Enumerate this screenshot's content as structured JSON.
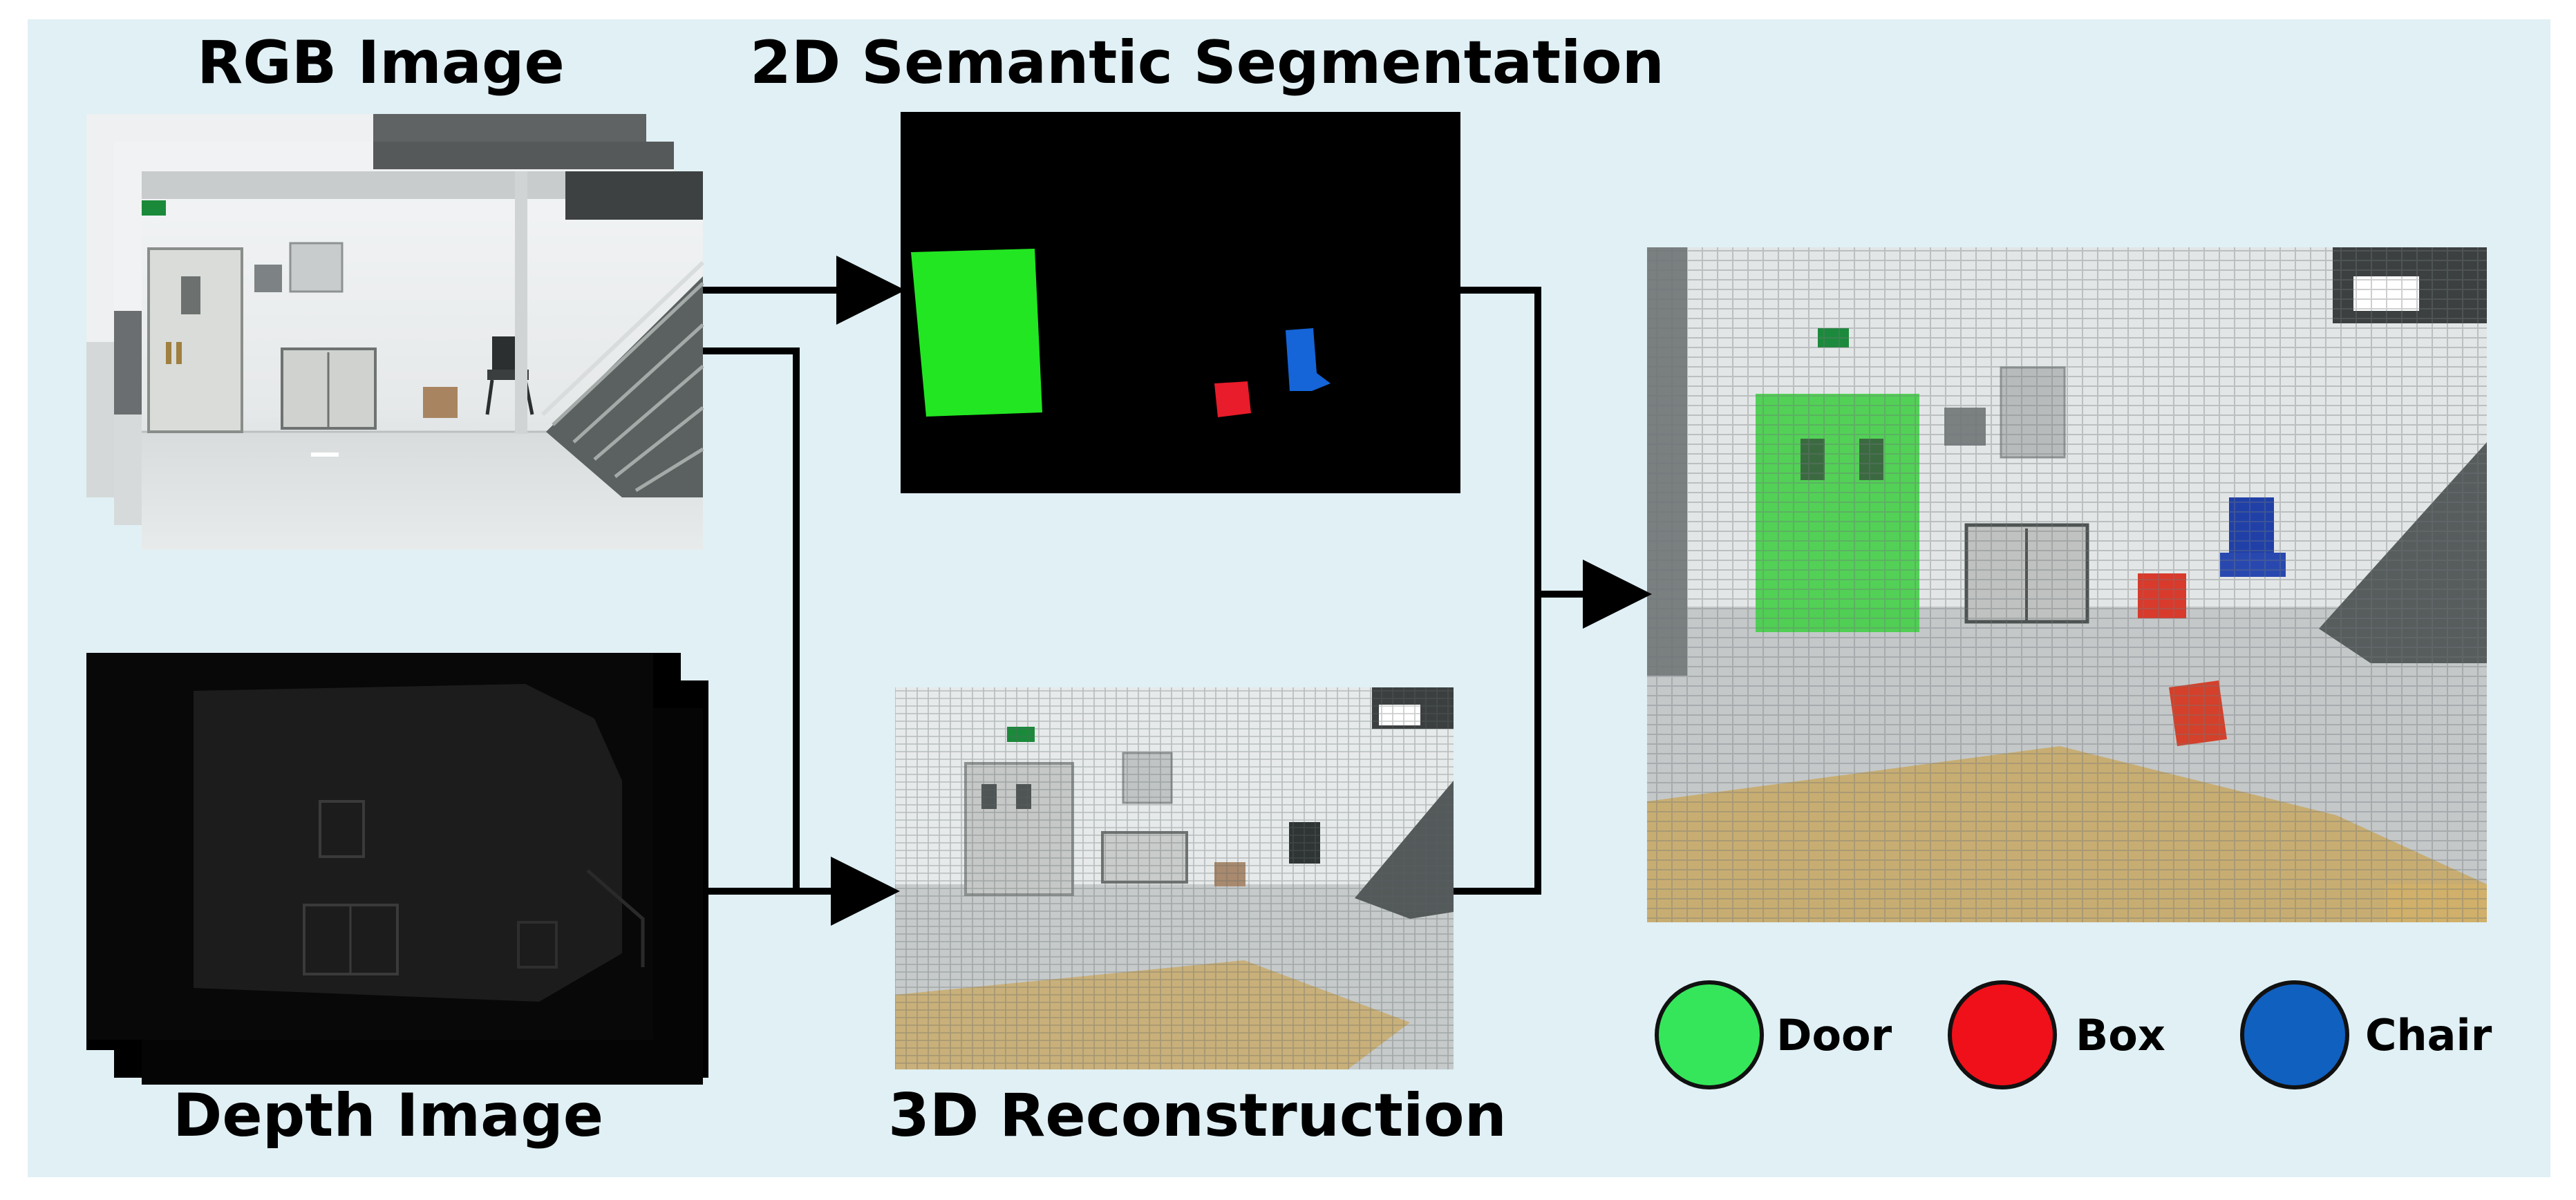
{
  "labels": {
    "rgb": "RGB Image",
    "semantic": "2D Semantic Segmentation",
    "depth": "Depth Image",
    "reconstruction": "3D Reconstruction"
  },
  "legend": [
    {
      "label": "Door",
      "color": "#35e65a"
    },
    {
      "label": "Box",
      "color": "#f0101a"
    },
    {
      "label": "Chair",
      "color": "#1060c0"
    }
  ],
  "colors": {
    "background": "#e0f0f5",
    "segment_door": "#22e622",
    "segment_box": "#e81c2a",
    "segment_chair": "#1565d8",
    "arrow": "#000000"
  }
}
